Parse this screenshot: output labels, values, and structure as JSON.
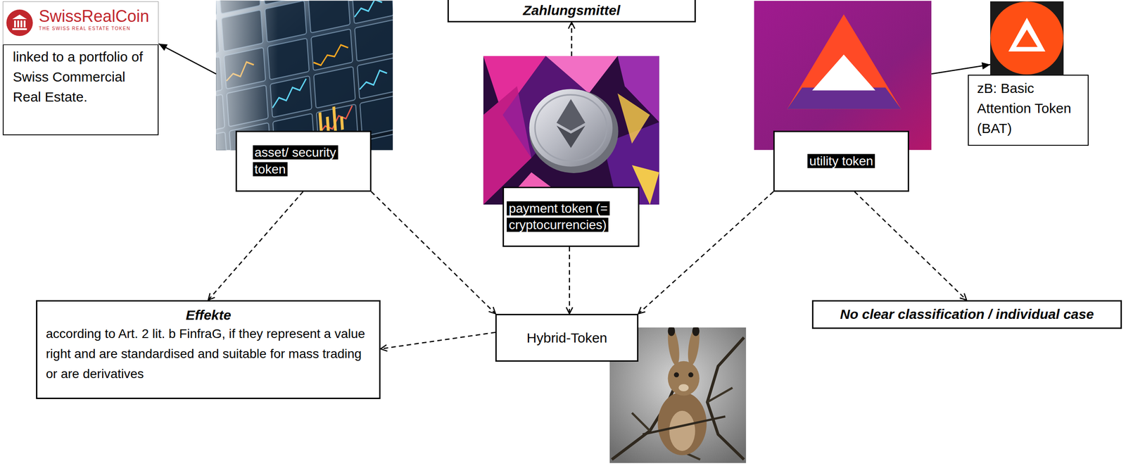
{
  "diagram": {
    "nodes": [
      {
        "text": [
          "SwissRealCoin",
          "THE SWISS REAL ESTATE TOKEN",
          "linked to a portfolio of Swiss Commercial Real Estate."
        ]
      },
      {
        "text": [
          "asset/ security token"
        ]
      },
      {
        "text": [
          "Zahlungsmittel"
        ]
      },
      {
        "text": [
          "payment token (= cryptocurrencies)"
        ]
      },
      {
        "text": [
          "utility token"
        ]
      },
      {
        "text": [
          "zB: Basic Attention Token (BAT)"
        ]
      },
      {
        "text": [
          "Effekte",
          "according to Art. 2 lit. b FinfraG, if they represent a value right and are standardised and suitable for mass trading or are derivatives"
        ]
      },
      {
        "text": [
          "Hybrid-Token"
        ]
      },
      {
        "text": [
          "No clear classification / individual case"
        ]
      }
    ],
    "edges": [
      {
        "from": 1,
        "to": 0,
        "arrow": "to"
      },
      {
        "from": 3,
        "to": 2,
        "arrow": "to"
      },
      {
        "from": 4,
        "to": 5,
        "arrow": "to"
      },
      {
        "from": 1,
        "to": 6,
        "arrow": "to"
      },
      {
        "from": 1,
        "to": 7,
        "arrow": "to"
      },
      {
        "from": 3,
        "to": 7,
        "arrow": "to"
      },
      {
        "from": 4,
        "to": 7,
        "arrow": "to"
      },
      {
        "from": 4,
        "to": 8,
        "arrow": "to"
      },
      {
        "from": 7,
        "to": 6,
        "arrow": "to"
      }
    ]
  }
}
